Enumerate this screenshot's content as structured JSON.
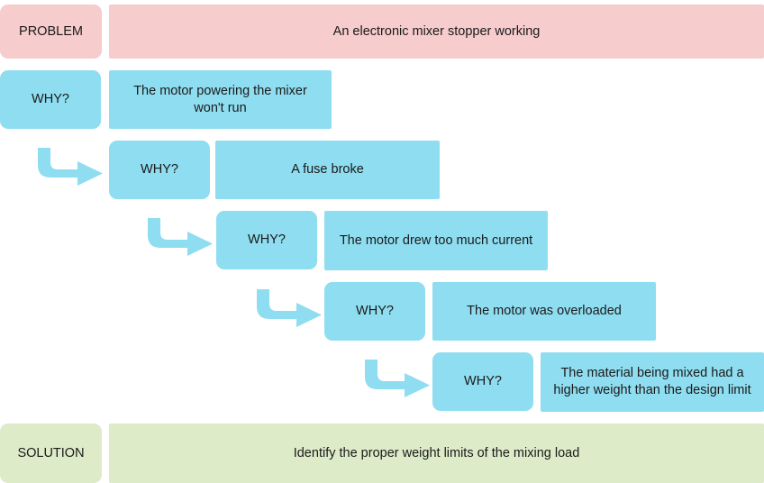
{
  "diagram": {
    "type": "5-whys-root-cause-analysis",
    "colors": {
      "problem": "#f6cccc",
      "why": "#8fddf0",
      "solution": "#ddebc8",
      "arrow": "#8fddf0",
      "text": "#1a1a1a",
      "background": "#ffffff"
    }
  },
  "problem": {
    "label": "PROBLEM",
    "text": "An electronic mixer stopper working"
  },
  "whys": [
    {
      "label": "WHY?",
      "text": "The motor powering the mixer won't run"
    },
    {
      "label": "WHY?",
      "text": "A fuse broke"
    },
    {
      "label": "WHY?",
      "text": "The motor drew too much current"
    },
    {
      "label": "WHY?",
      "text": "The motor was overloaded"
    },
    {
      "label": "WHY?",
      "text": "The material being mixed had a higher weight than the design limit"
    }
  ],
  "solution": {
    "label": "SOLUTION",
    "text": "Identify the proper weight limits of the mixing load"
  },
  "arrows": [
    {
      "name": "elbow-arrow-1"
    },
    {
      "name": "elbow-arrow-2"
    },
    {
      "name": "elbow-arrow-3"
    },
    {
      "name": "elbow-arrow-4"
    }
  ]
}
